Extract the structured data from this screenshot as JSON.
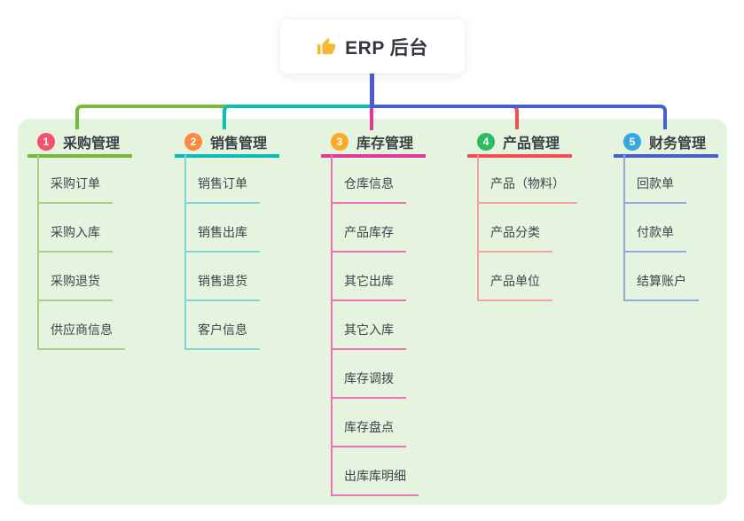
{
  "root": {
    "label": "ERP 后台",
    "icon": "thumbs-up-icon",
    "line_color": "#4C5AD4"
  },
  "canvas": {
    "panel_bg": "#E4F4DE"
  },
  "branches": [
    {
      "index": "1",
      "label": "采购管理",
      "badge_color": "#F3516D",
      "line_color": "#74B93D",
      "sub_line_color": "#A9D186",
      "items": [
        "采购订单",
        "采购入库",
        "采购退货",
        "供应商信息"
      ]
    },
    {
      "index": "2",
      "label": "销售管理",
      "badge_color": "#FB8C40",
      "line_color": "#12BCB6",
      "sub_line_color": "#7FD6D0",
      "items": [
        "销售订单",
        "销售出库",
        "销售退货",
        "客户信息"
      ]
    },
    {
      "index": "3",
      "label": "库存管理",
      "badge_color": "#FBAB2C",
      "line_color": "#E23A96",
      "sub_line_color": "#F070B5",
      "items": [
        "仓库信息",
        "产品库存",
        "其它出库",
        "其它入库",
        "库存调拨",
        "库存盘点",
        "出库库明细"
      ]
    },
    {
      "index": "4",
      "label": "产品管理",
      "badge_color": "#2BBD5F",
      "line_color": "#F2504E",
      "sub_line_color": "#F9A0A2",
      "items": [
        "产品（物料）",
        "产品分类",
        "产品单位"
      ]
    },
    {
      "index": "5",
      "label": "财务管理",
      "badge_color": "#33A9E0",
      "line_color": "#4360CE",
      "sub_line_color": "#93A9DD",
      "items": [
        "回款单",
        "付款单",
        "结算账户"
      ]
    }
  ]
}
